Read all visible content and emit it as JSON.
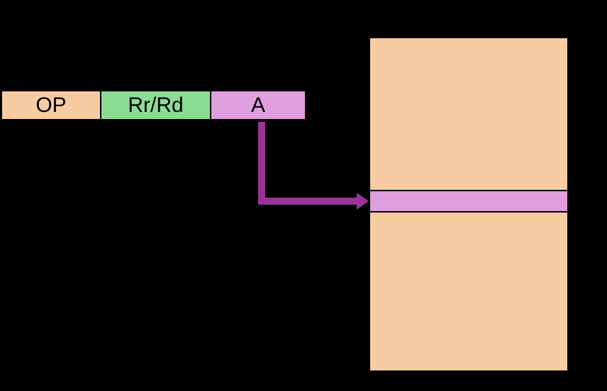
{
  "diagram": {
    "background": "#000000",
    "border_color": "#000000",
    "arrow_color": "#9C3498",
    "instruction_fields": [
      {
        "label": "OP",
        "fill": "#F8CBA2"
      },
      {
        "label": "Rr/Rd",
        "fill": "#8BDD94"
      },
      {
        "label": "A",
        "fill": "#DF9EDE"
      }
    ],
    "memory_block": {
      "fill": "#F8CBA2",
      "highlight_row_fill": "#DF9EDE"
    }
  }
}
